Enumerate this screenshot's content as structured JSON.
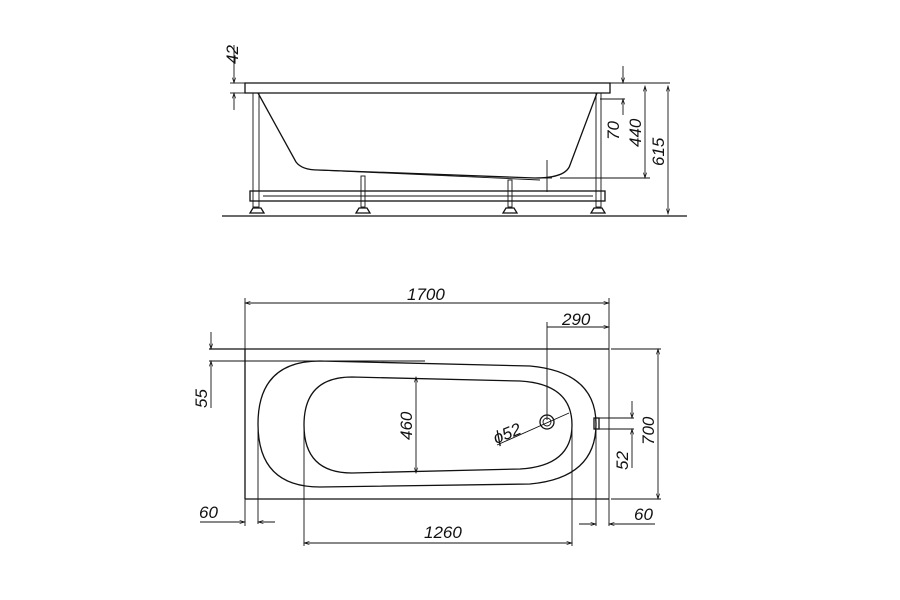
{
  "title": "Bathtub dimensional drawing",
  "colors": {
    "line": "#111111",
    "background": "#ffffff"
  },
  "side_view": {
    "dimensions": {
      "rim_thickness": "42",
      "overflow_depth": "70",
      "inner_depth": "440",
      "total_height": "615"
    }
  },
  "top_view": {
    "dimensions": {
      "length": "1700",
      "drain_offset": "290",
      "rim_offset": "55",
      "inner_width": "460",
      "drain_diameter": "ϕ52",
      "overflow_size": "52",
      "width": "700",
      "left_margin": "60",
      "right_margin": "60",
      "inner_length": "1260"
    }
  }
}
